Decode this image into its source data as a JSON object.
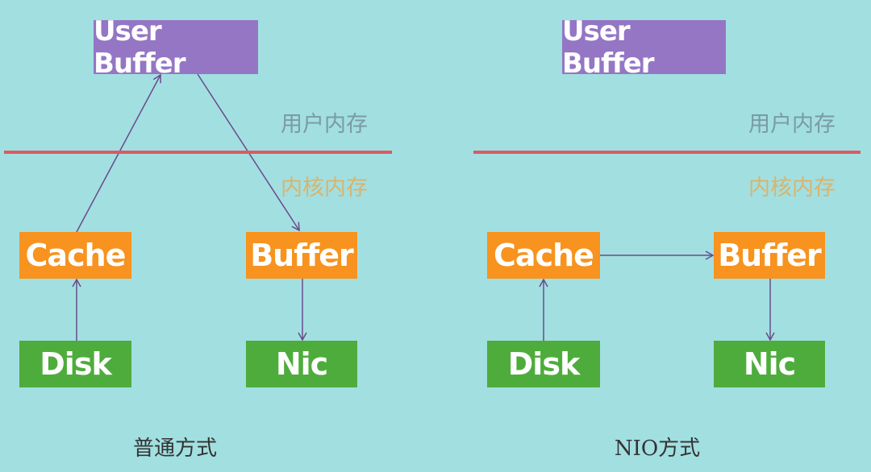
{
  "panels": [
    {
      "user_buffer": "User Buffer",
      "user_memory": "用户内存",
      "kernel_memory": "内核内存",
      "cache": "Cache",
      "buffer": "Buffer",
      "disk": "Disk",
      "nic": "Nic",
      "caption": "普通方式"
    },
    {
      "user_buffer": "User Buffer",
      "user_memory": "用户内存",
      "kernel_memory": "内核内存",
      "cache": "Cache",
      "buffer": "Buffer",
      "disk": "Disk",
      "nic": "Nic",
      "caption": "NIO方式"
    }
  ],
  "colors": {
    "background": "#a2dfe1",
    "user_buffer": "#9476c4",
    "cache_buffer": "#f7931e",
    "devices": "#4eac3c",
    "boundary": "#dd5a62",
    "arrow": "#6a4a8c"
  }
}
